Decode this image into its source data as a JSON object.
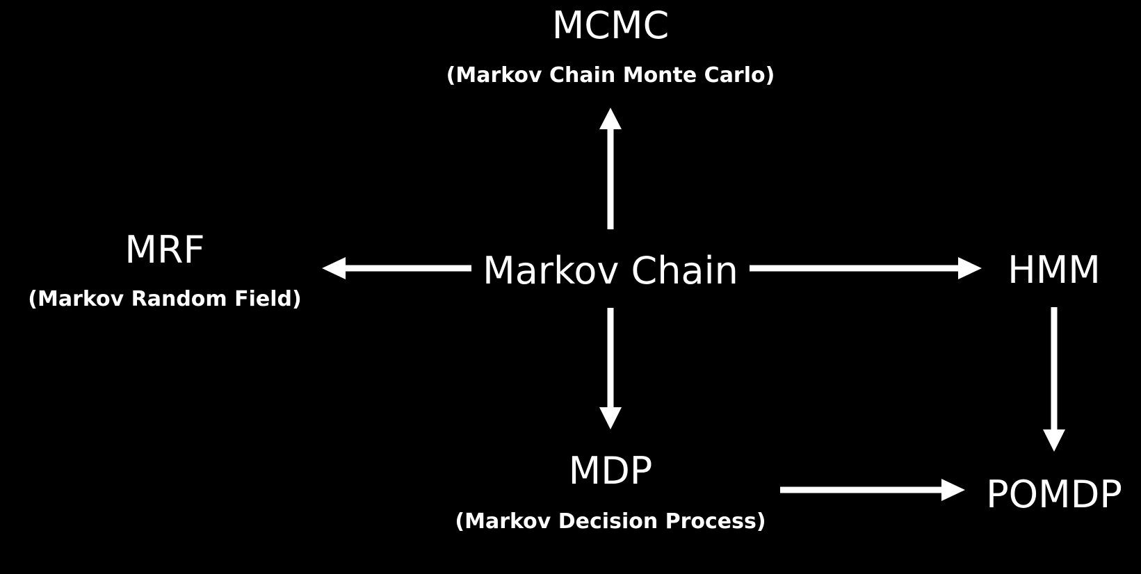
{
  "colors": {
    "background": "#000000",
    "foreground": "#ffffff"
  },
  "nodes": {
    "mcmc": {
      "title": "MCMC",
      "subtitle": "(Markov Chain Monte Carlo)"
    },
    "mrf": {
      "title": "MRF",
      "subtitle": "(Markov Random Field)"
    },
    "markov_chain": {
      "title": "Markov Chain"
    },
    "hmm": {
      "title": "HMM"
    },
    "mdp": {
      "title": "MDP",
      "subtitle": "(Markov Decision Process)"
    },
    "pomdp": {
      "title": "POMDP"
    }
  },
  "edges": [
    {
      "from": "Markov Chain",
      "to": "MCMC"
    },
    {
      "from": "Markov Chain",
      "to": "MRF"
    },
    {
      "from": "Markov Chain",
      "to": "HMM"
    },
    {
      "from": "Markov Chain",
      "to": "MDP"
    },
    {
      "from": "HMM",
      "to": "POMDP"
    },
    {
      "from": "MDP",
      "to": "POMDP"
    }
  ]
}
